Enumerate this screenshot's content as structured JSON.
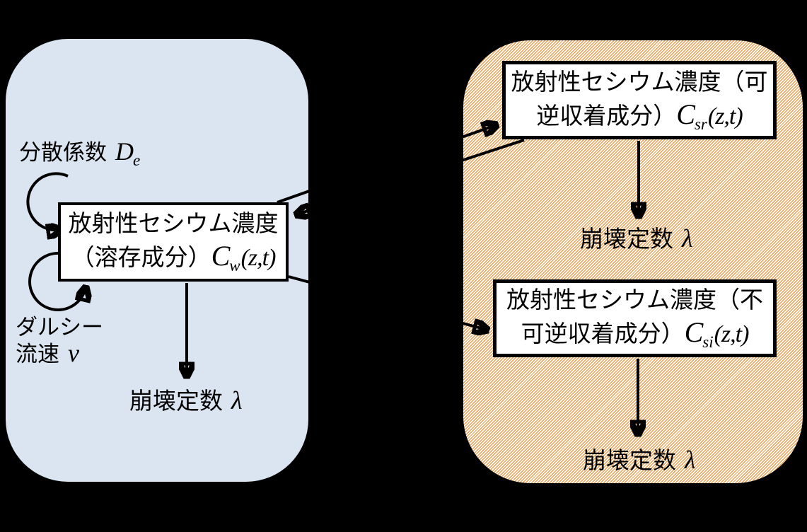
{
  "colors": {
    "page-bg": "#000000",
    "panel-blue": "#dbe5f1",
    "hatch-orange": "#e8a155",
    "box-bg": "#ffffff",
    "line-color": "#000000",
    "text-color": "#000000"
  },
  "left_panel": {
    "dispersion": {
      "jp": "分散係数",
      "symbol": "D",
      "subscript": "e"
    },
    "cw_box": {
      "line1": "放射性セシウム濃度",
      "line2_prefix": "（溶存成分）",
      "symbol": "C",
      "subscript": "w",
      "args": "(z,t)"
    },
    "darcy": {
      "line1": "ダルシー",
      "line2_jp": "流速",
      "symbol": "v"
    },
    "decay": {
      "jp": "崩壊定数",
      "symbol": "λ"
    }
  },
  "right_panel": {
    "csr_box": {
      "line1": "放射性セシウム濃度（可",
      "line2_prefix": "逆収着成分）",
      "symbol": "C",
      "subscript": "sr",
      "args": "(z,t)"
    },
    "decay_top": {
      "jp": "崩壊定数",
      "symbol": "λ"
    },
    "csi_box": {
      "line1": "放射性セシウム濃度（不",
      "line2_prefix": "可逆収着成分）",
      "symbol": "C",
      "subscript": "si",
      "args": "(z,t)"
    },
    "decay_bottom": {
      "jp": "崩壊定数",
      "symbol": "λ"
    }
  }
}
